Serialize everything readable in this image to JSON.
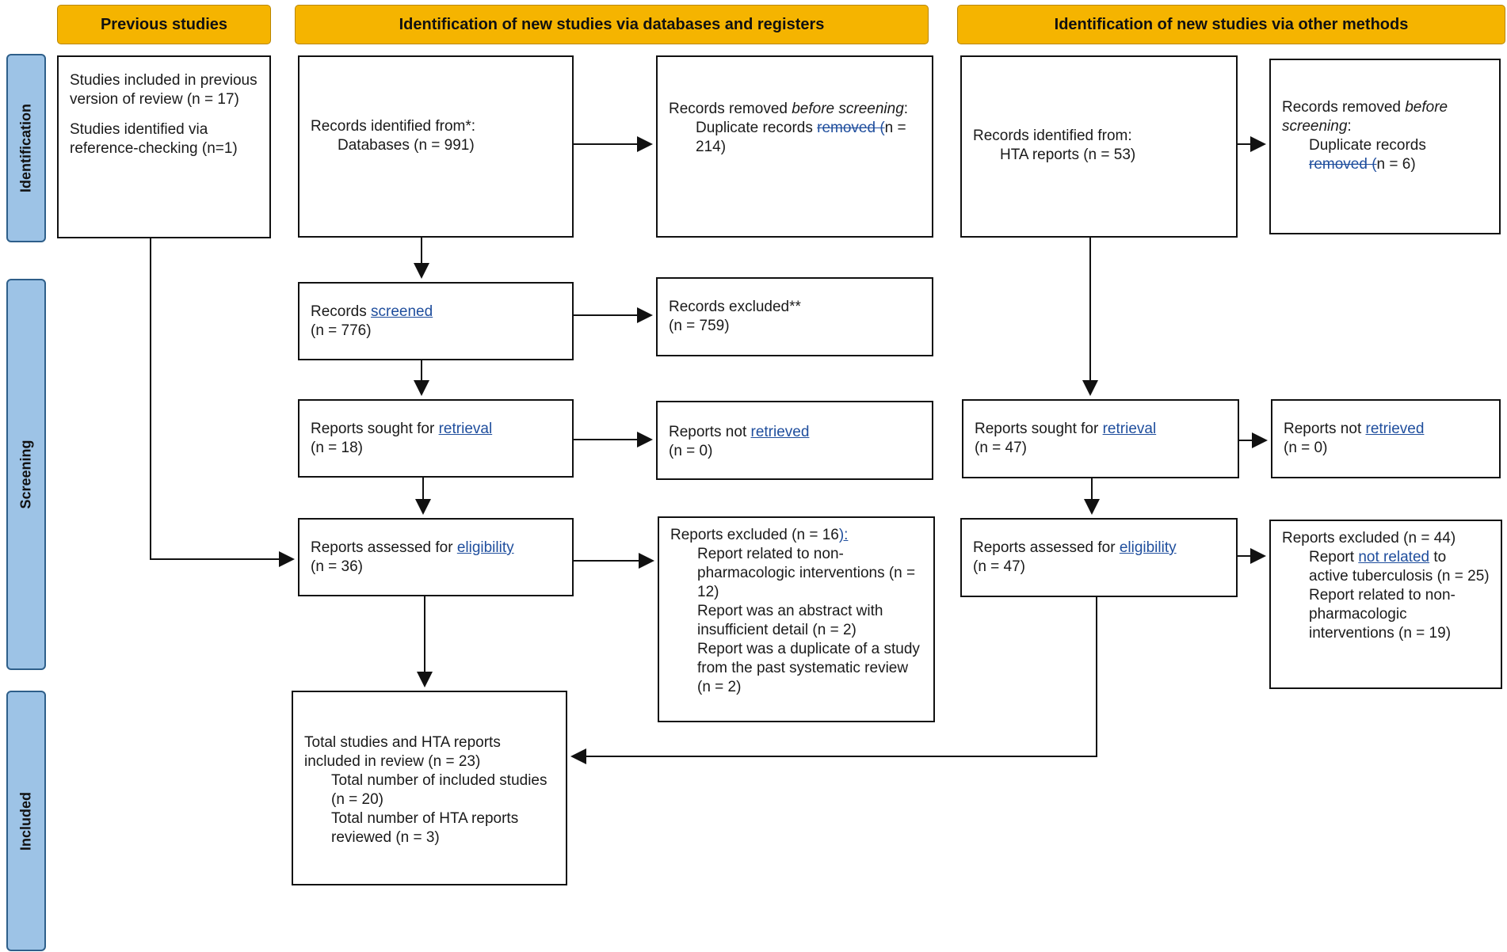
{
  "headers": {
    "previous": "Previous studies",
    "databases": "Identification of new studies via databases and registers",
    "other": "Identification of new studies via other methods"
  },
  "phases": {
    "identification": "Identification",
    "screening": "Screening",
    "included": "Included"
  },
  "previous_box": {
    "line1": "Studies included in previous version of review (n = 17)",
    "line2": "Studies identified via reference-checking (n=1)"
  },
  "db_identified": {
    "title": "Records identified from*:",
    "databases": "Databases (n = 991)"
  },
  "db_removed": {
    "title_a": "Records removed ",
    "title_b": "before screening",
    "title_c": ":",
    "dup_a": "Duplicate records ",
    "dup_strike": "removed  (",
    "dup_b": "n = 214)"
  },
  "db_screened": {
    "label_a": "Records ",
    "label_b": "screened",
    "count": "(n = 776)"
  },
  "db_excluded": {
    "label": "Records excluded**",
    "count": "(n = 759)"
  },
  "db_sought": {
    "label_a": "Reports sought for ",
    "label_b": "retrieval",
    "count": "(n = 18)"
  },
  "db_not_retrieved": {
    "label_a": "Reports not ",
    "label_b": "retrieved",
    "count": "(n = 0)"
  },
  "db_assessed": {
    "label_a": "Reports assessed for ",
    "label_b": "eligibility",
    "count": "(n = 36)"
  },
  "db_reports_excluded": {
    "title_a": "Reports excluded (n = 16",
    "title_b": "):",
    "reason1": "Report related to non-pharmacologic interventions (n = 12)",
    "reason2": "Report was an abstract with insufficient detail (n = 2)",
    "reason3": "Report was a duplicate of a study from the past systematic review (n = 2)"
  },
  "included_box": {
    "title": "Total studies and HTA reports included in review (n = 23)",
    "line1": "Total number of included studies (n = 20)",
    "line2": "Total number of HTA reports reviewed (n = 3)"
  },
  "other_identified": {
    "title": "Records identified from:",
    "hta": "HTA reports (n = 53)"
  },
  "other_removed": {
    "title_a": "Records removed ",
    "title_b": "before screening",
    "title_c": ":",
    "dup": "Duplicate records",
    "dup_strike": "removed  (",
    "dup_b": "n = 6)"
  },
  "other_sought": {
    "label_a": "Reports sought for ",
    "label_b": "retrieval",
    "count": "(n = 47)"
  },
  "other_not_retrieved": {
    "label_a": "Reports not ",
    "label_b": "retrieved",
    "count": "(n = 0)"
  },
  "other_assessed": {
    "label_a": "Reports assessed for ",
    "label_b": "eligibility",
    "count": "(n = 47)"
  },
  "other_reports_excluded": {
    "title": "Reports excluded (n = 44)",
    "reason1_a": "Report ",
    "reason1_b": "not related",
    "reason1_c": " to active tuberculosis (n = 25)",
    "reason2": "Report related to non-pharmacologic interventions (n = 19)"
  }
}
